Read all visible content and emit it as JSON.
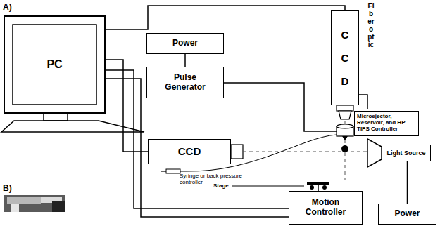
{
  "diagram": {
    "nodes": [
      {
        "text": [
          "PC"
        ]
      },
      {
        "text": [
          "Power"
        ]
      },
      {
        "text": [
          "Pulse Generator"
        ]
      },
      {
        "text": [
          "CCD"
        ]
      },
      {
        "text": [
          "Microejector, Reservoir, and HP TIPS Controller"
        ]
      },
      {
        "text": [
          "Light Source"
        ]
      },
      {
        "text": [
          "CCD"
        ]
      },
      {
        "text": [
          "Motion Controller"
        ]
      },
      {
        "text": [
          "Power"
        ]
      }
    ],
    "edges": [
      {
        "from": 0,
        "to": 3,
        "arrow": "none"
      },
      {
        "from": 1,
        "to": 2,
        "arrow": "none"
      },
      {
        "from": 0,
        "to": 6,
        "arrow": "none"
      },
      {
        "from": 0,
        "to": 7,
        "arrow": "none"
      },
      {
        "from": 0,
        "to": 7,
        "arrow": "none"
      },
      {
        "from": 5,
        "to": 8,
        "arrow": "none"
      }
    ],
    "labels": [
      "A)",
      "Fiber optic",
      "Syringe or back pressure controller",
      "Stage",
      "B)"
    ]
  }
}
